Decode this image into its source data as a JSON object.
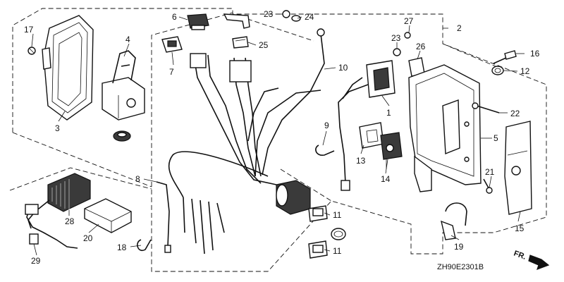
{
  "diagram_code": "ZH90E2301B",
  "direction_label": "FR.",
  "callouts": [
    {
      "id": "c1",
      "text": "1"
    },
    {
      "id": "c2",
      "text": "2"
    },
    {
      "id": "c3",
      "text": "3"
    },
    {
      "id": "c4",
      "text": "4"
    },
    {
      "id": "c5",
      "text": "5"
    },
    {
      "id": "c6",
      "text": "6"
    },
    {
      "id": "c7",
      "text": "7"
    },
    {
      "id": "c8",
      "text": "8"
    },
    {
      "id": "c9",
      "text": "9"
    },
    {
      "id": "c10",
      "text": "10"
    },
    {
      "id": "c11a",
      "text": "11"
    },
    {
      "id": "c11b",
      "text": "11"
    },
    {
      "id": "c12",
      "text": "12"
    },
    {
      "id": "c13",
      "text": "13"
    },
    {
      "id": "c14",
      "text": "14"
    },
    {
      "id": "c15",
      "text": "15"
    },
    {
      "id": "c16",
      "text": "16"
    },
    {
      "id": "c17",
      "text": "17"
    },
    {
      "id": "c18",
      "text": "18"
    },
    {
      "id": "c19",
      "text": "19"
    },
    {
      "id": "c20",
      "text": "20"
    },
    {
      "id": "c21",
      "text": "21"
    },
    {
      "id": "c22",
      "text": "22"
    },
    {
      "id": "c23a",
      "text": "23"
    },
    {
      "id": "c23b",
      "text": "23"
    },
    {
      "id": "c24",
      "text": "24"
    },
    {
      "id": "c25",
      "text": "25"
    },
    {
      "id": "c26",
      "text": "26"
    },
    {
      "id": "c27",
      "text": "27"
    },
    {
      "id": "c28",
      "text": "28"
    },
    {
      "id": "c29",
      "text": "29"
    }
  ]
}
